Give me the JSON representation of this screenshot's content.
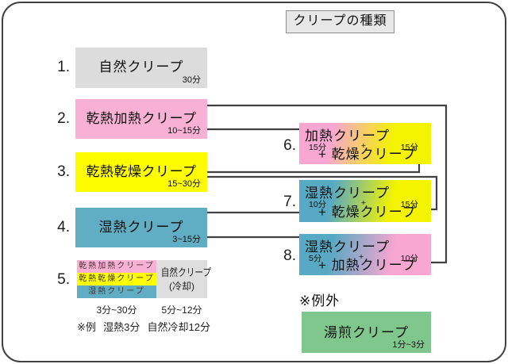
{
  "title": "クリープの種類",
  "items": [
    {
      "num": "1.",
      "label": "自然クリープ",
      "time": "30分"
    },
    {
      "num": "2.",
      "label": "乾熱加熱クリープ",
      "time": "10~15分"
    },
    {
      "num": "3.",
      "label": "乾熱乾燥クリープ",
      "time": "15~30分"
    },
    {
      "num": "4.",
      "label": "湿熱クリープ",
      "time": "3~15分"
    }
  ],
  "item5": {
    "num": "5.",
    "stack": [
      "乾熱加熱クリープ",
      "乾熱乾燥クリープ",
      "湿熱クリープ"
    ],
    "cooling_line1": "自然クリープ",
    "cooling_line2": "(冷却)",
    "stack_time": "3分~30分",
    "cooling_time": "5分~12分",
    "example_mark": "※例",
    "example_moist": "湿熱3分",
    "example_cool": "自然冷却12分"
  },
  "combos": [
    {
      "num": "6.",
      "line1": "加熱クリープ",
      "t1": "15分",
      "plus": "+",
      "t2": "15分",
      "line2": "+ 乾燥クリープ"
    },
    {
      "num": "7.",
      "line1": "湿熱クリープ",
      "t1": "10分",
      "plus": "+",
      "t2": "15分",
      "line2": "+ 乾燥クリープ"
    },
    {
      "num": "8.",
      "line1": "湿熱クリープ",
      "t1": "5分",
      "plus": "+",
      "t2": "10分",
      "line2": "+ 加熱クリープ"
    }
  ],
  "exception": {
    "label": "※例外",
    "box_label": "湯煎クリープ",
    "time": "1分~3分"
  },
  "colors": {
    "gray": "#dcdcdc",
    "pink": "#f9b0d5",
    "yellow": "#fdfd00",
    "teal": "#61adc4",
    "green": "#80c78d",
    "line": "#414141"
  }
}
